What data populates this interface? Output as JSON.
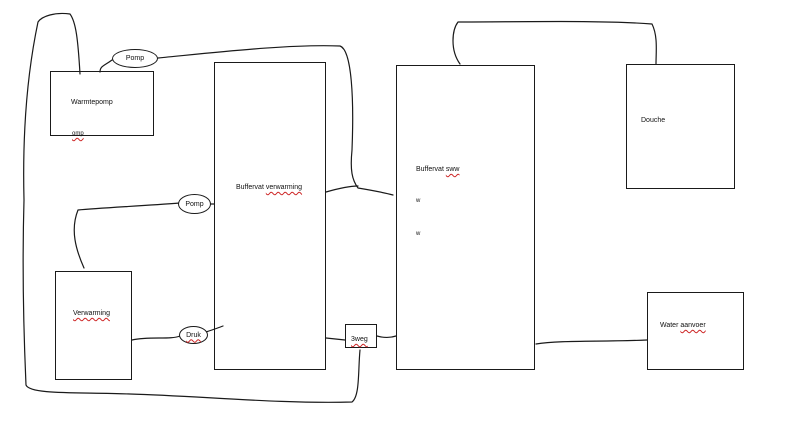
{
  "diagram": {
    "nodes": {
      "warmtepomp": {
        "label": "Warmtepomp",
        "sublabel": "omp"
      },
      "verwarming": {
        "label": "Verwarming"
      },
      "buffervat_verwarming": {
        "label_plain": "Buffervat ",
        "label_flagged": "verwarming"
      },
      "buffervat_sww": {
        "label_plain": "Buffervat ",
        "label_flagged": "sww",
        "marks": [
          "w",
          "w"
        ]
      },
      "douche": {
        "label": "Douche"
      },
      "water_aanvoer": {
        "label_plain": "Water ",
        "label_flagged": "aanvoer"
      },
      "pomp_top": {
        "label": "Pomp"
      },
      "pomp_mid": {
        "label": "Pomp"
      },
      "druk": {
        "label": "Druk"
      },
      "driewegklep": {
        "label": "3weg"
      }
    },
    "style": {
      "stroke": "#1a1a1a",
      "spellcheck_underline": "#cc2222",
      "background": "#ffffff"
    }
  }
}
